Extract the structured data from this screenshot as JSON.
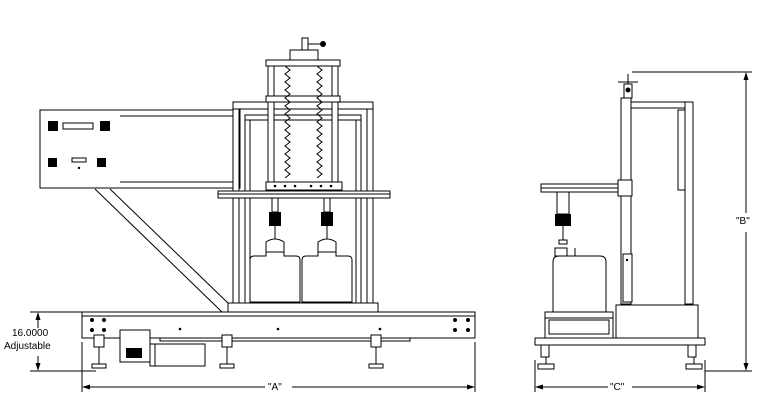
{
  "dimensions": {
    "height_value": "16.0000",
    "height_note": "Adjustable",
    "label_a": "\"A\"",
    "label_b": "\"B\"",
    "label_c": "\"C\""
  },
  "colors": {
    "line": "#000000",
    "background": "#ffffff",
    "shade": "#d8d8d8"
  }
}
